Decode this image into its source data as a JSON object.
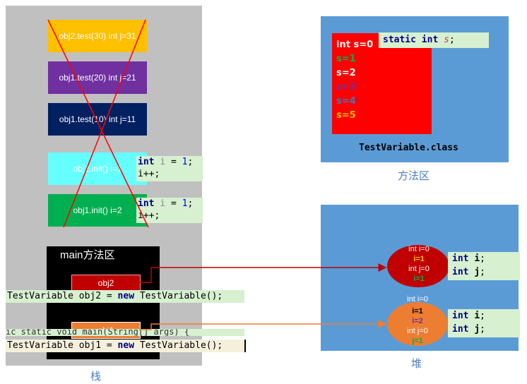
{
  "stack": {
    "label": "栈",
    "frames": [
      {
        "text": "obj2.test(30) int j=31",
        "color": "#ffc000"
      },
      {
        "text": "obj1.test(20) int j=21",
        "color": "#7030a0"
      },
      {
        "text": "obj1.test(10) int j=11",
        "color": "#002060"
      },
      {
        "text": "obj2.init() i=1",
        "color": "#66ffff"
      },
      {
        "text": "obj1.init()  i=2",
        "color": "#00b050"
      }
    ],
    "init_code": {
      "kw": "int",
      "var": "i",
      "eq": " = ",
      "num": "1",
      "end": ";",
      "line2": "i++;"
    },
    "main": {
      "title": "main方法区",
      "obj2": "obj2",
      "obj1": "obj1"
    },
    "code_obj2": {
      "a": "TestVariable obj2 = ",
      "kw": "new",
      "b": " TestVariable();"
    },
    "code_obj1": {
      "a": "TestVariable obj1 = ",
      "kw": "new",
      "b": " TestVariable();"
    },
    "code_obj1_behind": "ic static void main(String[] args) {"
  },
  "method_area": {
    "label": "方法区",
    "static_code": {
      "kw1": "static",
      "kw2": "int",
      "var": "s",
      "end": ";"
    },
    "class_name": "TestVariable.class",
    "s_values": [
      {
        "text": "int s=0",
        "color": "#ffffff"
      },
      {
        "text": "s=1",
        "color": "#00b050"
      },
      {
        "text": "s=2",
        "color": "#ffffff"
      },
      {
        "text": "s=3",
        "color": "#7030a0"
      },
      {
        "text": "s=4",
        "color": "#4472c4"
      },
      {
        "text": "s=5",
        "color": "#ffc000"
      }
    ]
  },
  "heap": {
    "label": "堆",
    "obj2_fields": [
      {
        "text": "int i=0",
        "color": "#ffffff"
      },
      {
        "text": "i=1",
        "color": "#ffc000"
      },
      {
        "text": "int j=0",
        "color": "#ffffff"
      },
      {
        "text": "i=1",
        "color": "#00b050"
      }
    ],
    "obj1_fields": [
      {
        "text": "int i=0",
        "color": "#ffffff"
      },
      {
        "text": "i=1",
        "color": "#000000"
      },
      {
        "text": "i=2",
        "color": "#7030a0"
      },
      {
        "text": "int j=0",
        "color": "#ffffff"
      },
      {
        "text": "j=1",
        "color": "#00b050"
      }
    ],
    "field_code": {
      "kw": "int",
      "v1": "i",
      "v2": "j",
      "end": ";"
    }
  },
  "colors": {
    "arrow_obj2": "#c00000",
    "arrow_obj1": "#ed7d31",
    "cross": "#ff0000"
  }
}
